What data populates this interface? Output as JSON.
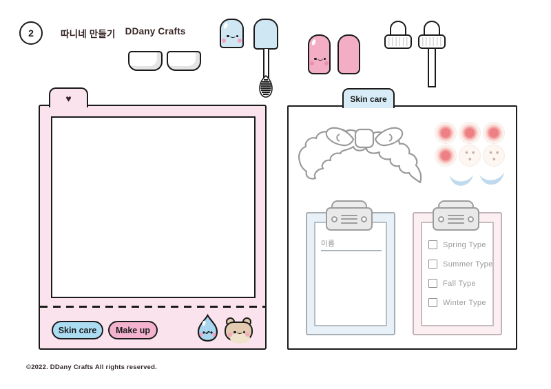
{
  "header": {
    "number": "2",
    "title_kr": "따니네 만들기",
    "title_en": "DDany Crafts"
  },
  "left_board": {
    "tab_heart": "♥",
    "buttons": [
      {
        "label": "Skin care",
        "color": "#abdcf2"
      },
      {
        "label": "Make up",
        "color": "#f3b3cf"
      }
    ],
    "icons": [
      "water-drop",
      "bear-face"
    ]
  },
  "right_panel": {
    "tab_label": "Skin care",
    "name_clipboard": {
      "name_label": "이름"
    },
    "type_clipboard": {
      "items": [
        {
          "label": "Spring Type",
          "checked": false
        },
        {
          "label": "Summer Type",
          "checked": false
        },
        {
          "label": "Fall Type",
          "checked": false
        },
        {
          "label": "Winter Type",
          "checked": false
        }
      ]
    }
  },
  "footer": {
    "copyright": "©2022. DDany Crafts All rights reserved."
  },
  "colors": {
    "frame_pink": "#fbe3ee",
    "item_blue": "#cfe6f3",
    "item_pink": "#f3aec5",
    "tab_blue": "#d8ecf7",
    "button_blue": "#abdcf2",
    "button_pink": "#f3b3cf",
    "clipboard_blue": "#e9f1f8",
    "clipboard_pink": "#fbeff2",
    "blush_red": "#ee7d7d",
    "crescent_blue": "#bfdaee",
    "bear_tan": "#e2cbb0",
    "drop_blue": "#a9d7ef",
    "outline_black": "#1a1a1a",
    "outline_gray": "#9c9c9c"
  }
}
